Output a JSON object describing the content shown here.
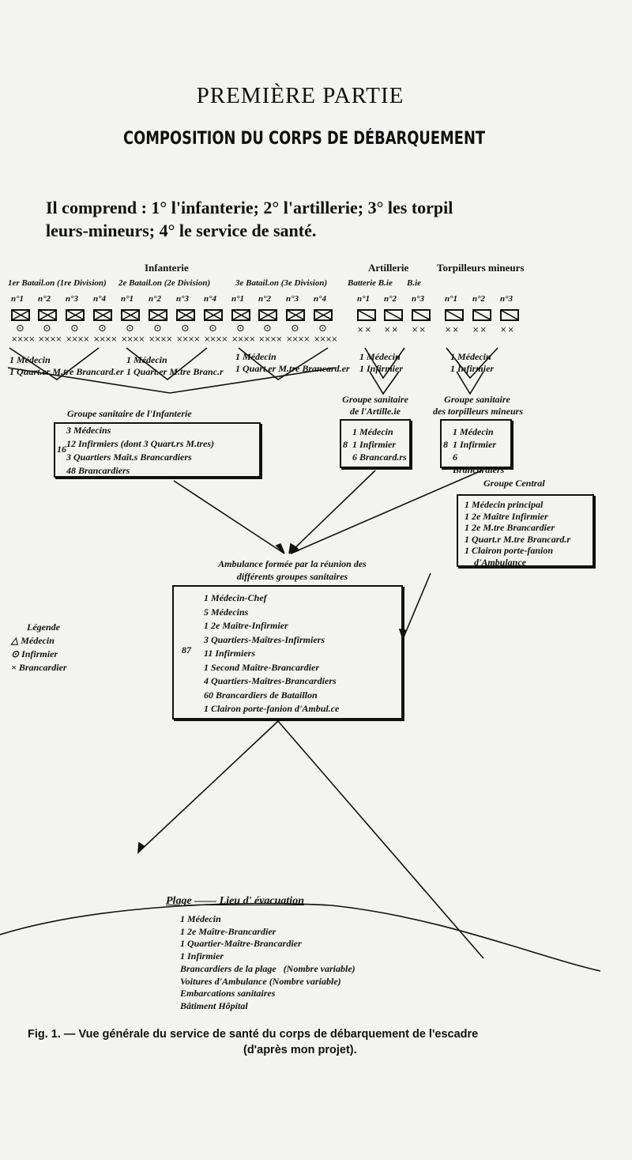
{
  "heading": {
    "title": "PREMIÈRE PARTIE",
    "subtitle": "COMPOSITION DU CORPS DE DÉBARQUEMENT"
  },
  "intro": [
    "Il comprend : 1° l'infanterie; 2° l'artillerie; 3° les torpil",
    "leurs-mineurs; 4° le service de santé."
  ],
  "diagram": {
    "headers": {
      "infanterie": "Infanterie",
      "artillerie": "Artillerie",
      "torpilleurs": "Torpilleurs mineurs"
    },
    "units": [
      "1er Batail.on (1re Division)",
      "2e Batail.on (2e Division)",
      "3e Batail.on (3e Division)",
      "Batterie B.ie",
      "B.ie"
    ],
    "company_numbers": [
      "n°1",
      "n°2",
      "n°3",
      "n°4",
      "n°1",
      "n°2",
      "n°3",
      "n°4",
      "n°1",
      "n°2",
      "n°3",
      "n°4",
      "n°1",
      "n°2",
      "n°3",
      "n°1",
      "n°2",
      "n°3"
    ],
    "bataillon_groups": [
      {
        "l1": "1 Médecin",
        "l2": "1 Quart.er M.tre Brancard.er"
      },
      {
        "l1": "1 Médecin",
        "l2": "1 Quart.er M.tre Branc.r"
      },
      {
        "l1": "1 Médecin",
        "l2": "1 Quart.er M.tre Brancard.er"
      }
    ],
    "artillerie_staff": {
      "l1": "1 Médecin",
      "l2": "1 Infirmier"
    },
    "torpilleurs_staff": {
      "l1": "1 Médecin",
      "l2": "1 Infirmier"
    },
    "groupe_infanterie": {
      "label": "Groupe sanitaire de l'Infanterie",
      "total": "16",
      "items": [
        "3 Médecins",
        "12 Infirmiers (dont 3 Quart.rs M.tres)",
        "3 Quartiers Maît.s Brancardiers",
        "48 Brancardiers"
      ]
    },
    "groupe_artillerie": {
      "label1": "Groupe sanitaire",
      "label2": "de l'Artille.ie",
      "total": "8",
      "items": [
        "1 Médecin",
        "1 Infirmier",
        "6 Brancard.rs"
      ]
    },
    "groupe_torpilleurs": {
      "label1": "Groupe sanitaire",
      "label2": "des torpilleurs mineurs",
      "total": "8",
      "items": [
        "1 Médecin",
        "1 Infirmier",
        "6 Brancardiers"
      ]
    },
    "groupe_central": {
      "label": "Groupe Central",
      "items": [
        "1 Médecin principal",
        "1 2e Maître Infirmier",
        "1 2e M.tre Brancardier",
        "1 Quart.r M.tre Brancard.r",
        "1 Clairon porte-fanion",
        "d'Ambulance"
      ]
    },
    "ambulance": {
      "label1": "Ambulance formée par la réunion des",
      "label2": "différents groupes sanitaires",
      "total": "87",
      "items": [
        "1 Médecin-Chef",
        "5 Médecins",
        "1 2e Maître-Infirmier",
        "3 Quartiers-Maîtres-Infirmiers",
        "11 Infirmiers",
        "1 Second Maître-Brancardier",
        "4 Quartiers-Maîtres-Brancardiers",
        "60 Brancardiers de Bataillon",
        "1 Clairon porte-fanion d'Ambul.ce"
      ]
    },
    "legend": {
      "title": "Légende",
      "items": [
        {
          "symbol": "△",
          "label": "Médecin"
        },
        {
          "symbol": "⊙",
          "label": "Infirmier"
        },
        {
          "symbol": "×",
          "label": "Brancardier"
        }
      ]
    },
    "plage": {
      "label": "Plage —— Lieu d' évacuation",
      "items": [
        "1 Médecin",
        "1 2e Maître-Brancardier",
        "1 Quartier-Maître-Brancardier",
        "1 Infirmier",
        "Brancardiers de la plage   (Nombre variable)",
        "Voitures d'Ambulance (Nombre variable)",
        "Embarcations sanitaires",
        "Bâtiment Hôpital"
      ]
    }
  },
  "caption": {
    "line1": "Fig. 1. — Vue générale du service de santé du corps de débarquement de l'escadre",
    "line2": "(d'après mon projet)."
  }
}
